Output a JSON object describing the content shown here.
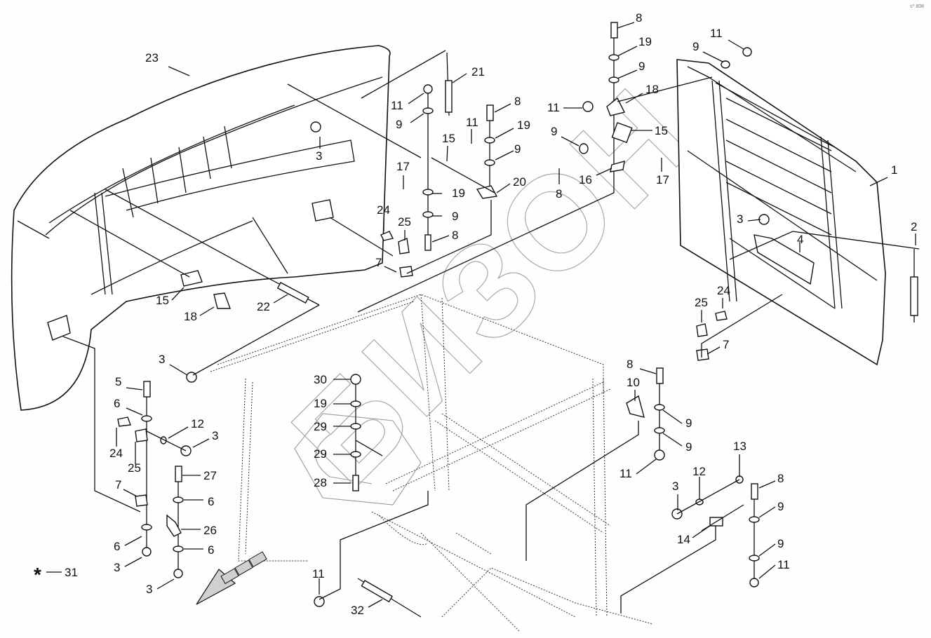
{
  "diagram": {
    "type": "exploded parts diagram",
    "reference_code": "s⁰ 808",
    "watermark": "БИЗОН",
    "direction_arrow": "travel-direction-arrow",
    "callouts": [
      {
        "id": "c23",
        "label": "23"
      },
      {
        "id": "c3a",
        "label": "3"
      },
      {
        "id": "c21",
        "label": "21"
      },
      {
        "id": "c11a",
        "label": "11"
      },
      {
        "id": "c9a",
        "label": "9"
      },
      {
        "id": "c8a",
        "label": "8"
      },
      {
        "id": "c19a",
        "label": "19"
      },
      {
        "id": "c9b",
        "label": "9"
      },
      {
        "id": "c11b",
        "label": "11"
      },
      {
        "id": "c15a",
        "label": "15"
      },
      {
        "id": "c17a",
        "label": "17"
      },
      {
        "id": "c19b",
        "label": "19"
      },
      {
        "id": "c20",
        "label": "20"
      },
      {
        "id": "c9c",
        "label": "9"
      },
      {
        "id": "c8b",
        "label": "8"
      },
      {
        "id": "c24a",
        "label": "24"
      },
      {
        "id": "c25a",
        "label": "25"
      },
      {
        "id": "c7a",
        "label": "7"
      },
      {
        "id": "c8c",
        "label": "8"
      },
      {
        "id": "c19c",
        "label": "19"
      },
      {
        "id": "c9d",
        "label": "9"
      },
      {
        "id": "c18a",
        "label": "18"
      },
      {
        "id": "c11c",
        "label": "11"
      },
      {
        "id": "c15b",
        "label": "15"
      },
      {
        "id": "c9e",
        "label": "9"
      },
      {
        "id": "c17b",
        "label": "17"
      },
      {
        "id": "c8d",
        "label": "8"
      },
      {
        "id": "c16",
        "label": "16"
      },
      {
        "id": "c11d",
        "label": "11"
      },
      {
        "id": "c9f",
        "label": "9"
      },
      {
        "id": "c1",
        "label": "1"
      },
      {
        "id": "c2",
        "label": "2"
      },
      {
        "id": "c3b",
        "label": "3"
      },
      {
        "id": "c4",
        "label": "4"
      },
      {
        "id": "c24b",
        "label": "24"
      },
      {
        "id": "c25b",
        "label": "25"
      },
      {
        "id": "c7b",
        "label": "7"
      },
      {
        "id": "c15c",
        "label": "15"
      },
      {
        "id": "c18b",
        "label": "18"
      },
      {
        "id": "c22",
        "label": "22"
      },
      {
        "id": "c3c",
        "label": "3"
      },
      {
        "id": "c5",
        "label": "5"
      },
      {
        "id": "c6a",
        "label": "6"
      },
      {
        "id": "c12a",
        "label": "12"
      },
      {
        "id": "c3d",
        "label": "3"
      },
      {
        "id": "c24c",
        "label": "24"
      },
      {
        "id": "c25c",
        "label": "25"
      },
      {
        "id": "c27",
        "label": "27"
      },
      {
        "id": "c6b",
        "label": "6"
      },
      {
        "id": "c7c",
        "label": "7"
      },
      {
        "id": "c26",
        "label": "26"
      },
      {
        "id": "c6c",
        "label": "6"
      },
      {
        "id": "c6d",
        "label": "6"
      },
      {
        "id": "c3e",
        "label": "3"
      },
      {
        "id": "c3f",
        "label": "3"
      },
      {
        "id": "c31",
        "label": "31"
      },
      {
        "id": "c30",
        "label": "30"
      },
      {
        "id": "c19d",
        "label": "19"
      },
      {
        "id": "c29a",
        "label": "29"
      },
      {
        "id": "c29b",
        "label": "29"
      },
      {
        "id": "c28",
        "label": "28"
      },
      {
        "id": "c11e",
        "label": "11"
      },
      {
        "id": "c32",
        "label": "32"
      },
      {
        "id": "c8e",
        "label": "8"
      },
      {
        "id": "c10",
        "label": "10"
      },
      {
        "id": "c9g",
        "label": "9"
      },
      {
        "id": "c9h",
        "label": "9"
      },
      {
        "id": "c11f",
        "label": "11"
      },
      {
        "id": "c13",
        "label": "13"
      },
      {
        "id": "c12b",
        "label": "12"
      },
      {
        "id": "c3g",
        "label": "3"
      },
      {
        "id": "c8f",
        "label": "8"
      },
      {
        "id": "c14",
        "label": "14"
      },
      {
        "id": "c9i",
        "label": "9"
      },
      {
        "id": "c9j",
        "label": "9"
      },
      {
        "id": "c11g",
        "label": "11"
      }
    ],
    "legend_symbol": {
      "symbol": "*",
      "label": "31"
    }
  }
}
